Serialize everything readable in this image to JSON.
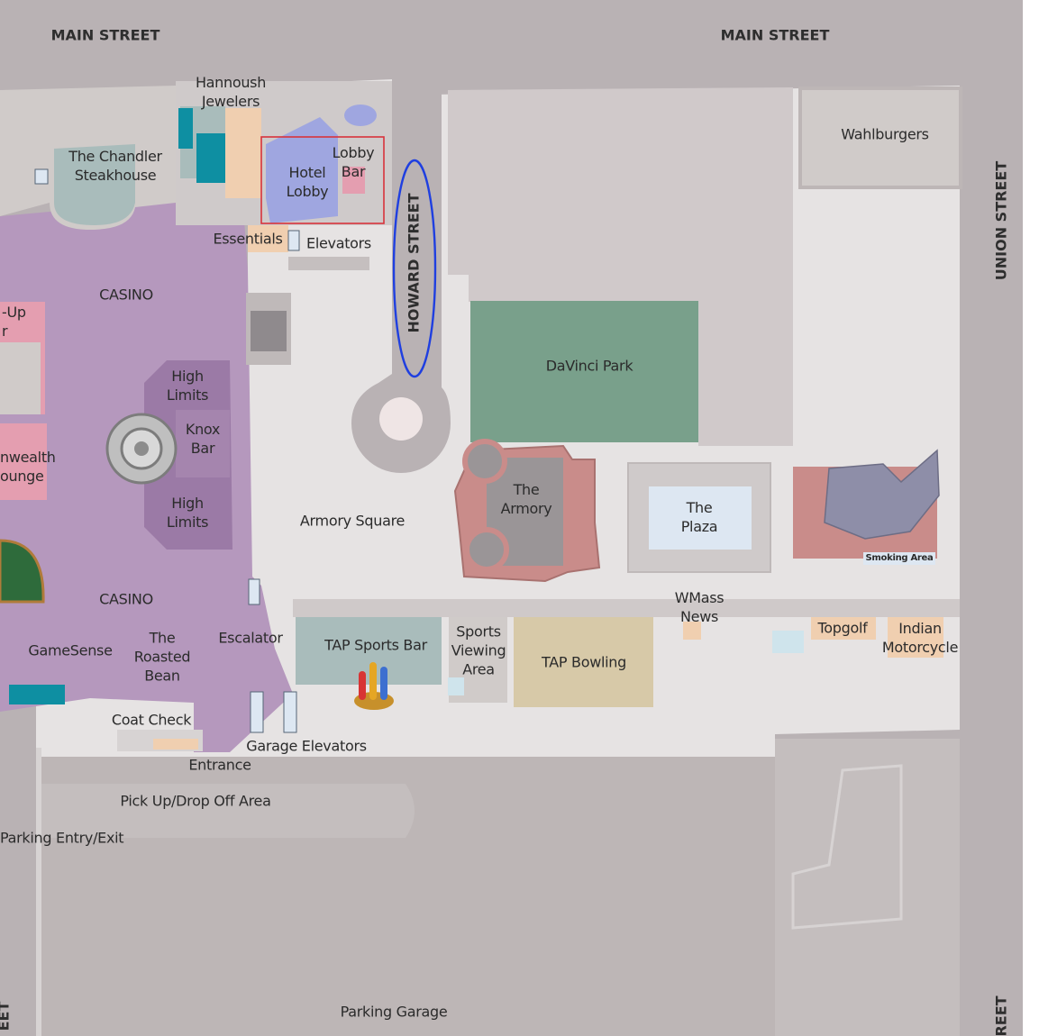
{
  "streets": {
    "main_left": "MAIN STREET",
    "main_right": "MAIN STREET",
    "howard": "HOWARD STREET",
    "union": "UNION STREET",
    "bottom_left_fragment": "EET",
    "bottom_right_fragment": "REET"
  },
  "places": {
    "hannoush": "Hannoush\nJewelers",
    "chandler": "The Chandler\nSteakhouse",
    "lobby_bar": "Lobby\nBar",
    "hotel_lobby": "Hotel\nLobby",
    "wahlburgers": "Wahlburgers",
    "essentials": "Essentials",
    "elevators": "Elevators",
    "casino_top": "CASINO",
    "casino_bottom": "CASINO",
    "pop_up": "-Up\nr",
    "high_limits_top": "High\nLimits",
    "knox_bar": "Knox\nBar",
    "high_limits_bottom": "High\nLimits",
    "commonwealth": "nwealth\nounge",
    "davinci_park": "DaVinci Park",
    "the_armory": "The\nArmory",
    "the_plaza": "The\nPlaza",
    "armory_square": "Armory Square",
    "smoking_area": "Smoking Area",
    "gamesense": "GameSense",
    "roasted_bean": "The\nRoasted\nBean",
    "escalator": "Escalator",
    "tap_sports_bar": "TAP Sports Bar",
    "sports_viewing": "Sports\nViewing\nArea",
    "tap_bowling": "TAP Bowling",
    "wmass_news": "WMass\nNews",
    "topgolf": "Topgolf",
    "indian_motorcycle": "Indian\nMotorcycle",
    "coat_check": "Coat Check",
    "garage_elevators": "Garage Elevators",
    "entrance": "Entrance",
    "pickup_dropoff": "Pick Up/Drop Off Area",
    "parking_entry": "Parking Entry/Exit",
    "parking_garage": "Parking Garage"
  },
  "highlights": {
    "lobby_box_color": "#d8333b",
    "howard_oval_color": "#1f3fe0"
  },
  "icons": {
    "restroom": "restroom-icon",
    "elevator": "elevator-icon",
    "vault": "vault-icon",
    "bowling_pins": "bowling-pins-icon",
    "cards": "playing-cards-icon"
  },
  "colors": {
    "street": "#b9b2b4",
    "plaza_floor": "#e6e3e3",
    "casino": "#b598bd",
    "casino_dark": "#9b7aa6",
    "park": "#79a08b",
    "armory": "#c68f8b",
    "building": "#d2cccd",
    "lobby": "#9fa6e0",
    "tap_sports": "#a9bcbb",
    "tap_bowling": "#d7c9a8",
    "shop": "#f0cfb0",
    "pink": "#e49eb0"
  }
}
